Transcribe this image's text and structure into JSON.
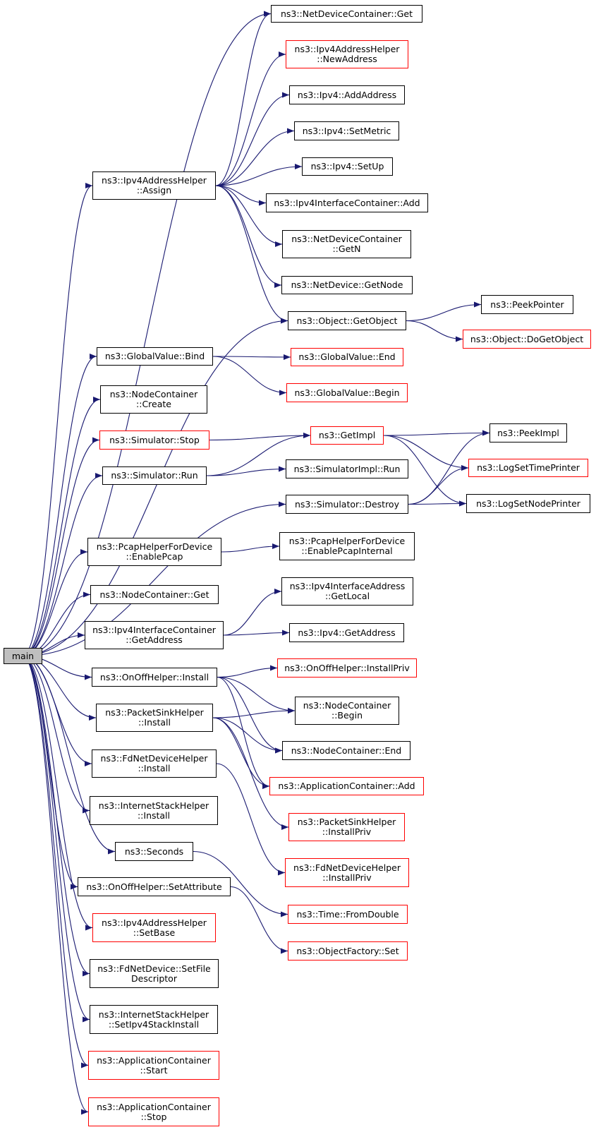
{
  "colors": {
    "edge": "#191970",
    "border_default": "#000000",
    "border_external": "#ff0000",
    "root_fill": "#bfbfbf"
  },
  "nodes": {
    "main": "main",
    "ndc_get": "ns3::NetDeviceContainer::Get",
    "ipv4ah_newaddress": "ns3::Ipv4AddressHelper\n::NewAddress",
    "ipv4_addaddress": "ns3::Ipv4::AddAddress",
    "ipv4_setmetric": "ns3::Ipv4::SetMetric",
    "ipv4_setup": "ns3::Ipv4::SetUp",
    "ipv4ah_assign": "ns3::Ipv4AddressHelper\n::Assign",
    "ipv4ic_add": "ns3::Ipv4InterfaceContainer::Add",
    "ndc_getn": "ns3::NetDeviceContainer\n::GetN",
    "netdevice_getnode": "ns3::NetDevice::GetNode",
    "object_getobject": "ns3::Object::GetObject",
    "peekpointer": "ns3::PeekPointer",
    "object_dogetobject": "ns3::Object::DoGetObject",
    "gv_bind": "ns3::GlobalValue::Bind",
    "gv_end": "ns3::GlobalValue::End",
    "gv_begin": "ns3::GlobalValue::Begin",
    "nc_create": "ns3::NodeContainer\n::Create",
    "sim_stop": "ns3::Simulator::Stop",
    "getimpl": "ns3::GetImpl",
    "peekimpl": "ns3::PeekImpl",
    "logsettimeprinter": "ns3::LogSetTimePrinter",
    "sim_run": "ns3::Simulator::Run",
    "simimpl_run": "ns3::SimulatorImpl::Run",
    "sim_destroy": "ns3::Simulator::Destroy",
    "logsetnodeprinter": "ns3::LogSetNodePrinter",
    "phfd_enablepcap": "ns3::PcapHelperForDevice\n::EnablePcap",
    "phfd_enablepcapinternal": "ns3::PcapHelperForDevice\n::EnablePcapInternal",
    "nc_get": "ns3::NodeContainer::Get",
    "ipv4ia_getlocal": "ns3::Ipv4InterfaceAddress\n::GetLocal",
    "ipv4ic_getaddress": "ns3::Ipv4InterfaceContainer\n::GetAddress",
    "ipv4_getaddress": "ns3::Ipv4::GetAddress",
    "onoff_install": "ns3::OnOffHelper::Install",
    "onoff_installpriv": "ns3::OnOffHelper::InstallPriv",
    "psh_install": "ns3::PacketSinkHelper\n::Install",
    "nc_begin": "ns3::NodeContainer\n::Begin",
    "nc_end": "ns3::NodeContainer::End",
    "appc_add": "ns3::ApplicationContainer::Add",
    "fdndh_install": "ns3::FdNetDeviceHelper\n::Install",
    "psh_installpriv": "ns3::PacketSinkHelper\n::InstallPriv",
    "ish_install": "ns3::InternetStackHelper\n::Install",
    "fdndh_installpriv": "ns3::FdNetDeviceHelper\n::InstallPriv",
    "seconds": "ns3::Seconds",
    "onoff_setattribute": "ns3::OnOffHelper::SetAttribute",
    "time_fromdouble": "ns3::Time::FromDouble",
    "ipv4ah_setbase": "ns3::Ipv4AddressHelper\n::SetBase",
    "objfactory_set": "ns3::ObjectFactory::Set",
    "fdnd_setfiledescriptor": "ns3::FdNetDevice::SetFile\nDescriptor",
    "ish_setipv4stackinstall": "ns3::InternetStackHelper\n::SetIpv4StackInstall",
    "appc_start": "ns3::ApplicationContainer\n::Start",
    "appc_stop": "ns3::ApplicationContainer\n::Stop"
  },
  "edges": [
    [
      "main",
      "ndc_get"
    ],
    [
      "main",
      "ipv4ah_assign"
    ],
    [
      "main",
      "object_getobject"
    ],
    [
      "main",
      "gv_bind"
    ],
    [
      "main",
      "nc_create"
    ],
    [
      "main",
      "sim_stop"
    ],
    [
      "main",
      "sim_run"
    ],
    [
      "main",
      "sim_destroy"
    ],
    [
      "main",
      "phfd_enablepcap"
    ],
    [
      "main",
      "nc_get"
    ],
    [
      "main",
      "ipv4ic_getaddress"
    ],
    [
      "main",
      "onoff_install"
    ],
    [
      "main",
      "psh_install"
    ],
    [
      "main",
      "fdndh_install"
    ],
    [
      "main",
      "ish_install"
    ],
    [
      "main",
      "seconds"
    ],
    [
      "main",
      "onoff_setattribute"
    ],
    [
      "main",
      "ipv4ah_setbase"
    ],
    [
      "main",
      "fdnd_setfiledescriptor"
    ],
    [
      "main",
      "ish_setipv4stackinstall"
    ],
    [
      "main",
      "appc_start"
    ],
    [
      "main",
      "appc_stop"
    ],
    [
      "ipv4ah_assign",
      "ndc_get"
    ],
    [
      "ipv4ah_assign",
      "ipv4ah_newaddress"
    ],
    [
      "ipv4ah_assign",
      "ipv4_addaddress"
    ],
    [
      "ipv4ah_assign",
      "ipv4_setmetric"
    ],
    [
      "ipv4ah_assign",
      "ipv4_setup"
    ],
    [
      "ipv4ah_assign",
      "ipv4ic_add"
    ],
    [
      "ipv4ah_assign",
      "ndc_getn"
    ],
    [
      "ipv4ah_assign",
      "netdevice_getnode"
    ],
    [
      "ipv4ah_assign",
      "object_getobject"
    ],
    [
      "object_getobject",
      "peekpointer"
    ],
    [
      "object_getobject",
      "object_dogetobject"
    ],
    [
      "gv_bind",
      "gv_end"
    ],
    [
      "gv_bind",
      "gv_begin"
    ],
    [
      "sim_stop",
      "getimpl"
    ],
    [
      "sim_run",
      "getimpl"
    ],
    [
      "sim_run",
      "simimpl_run"
    ],
    [
      "getimpl",
      "peekimpl"
    ],
    [
      "getimpl",
      "logsettimeprinter"
    ],
    [
      "getimpl",
      "logsetnodeprinter"
    ],
    [
      "sim_destroy",
      "peekimpl"
    ],
    [
      "sim_destroy",
      "logsettimeprinter"
    ],
    [
      "sim_destroy",
      "logsetnodeprinter"
    ],
    [
      "phfd_enablepcap",
      "phfd_enablepcapinternal"
    ],
    [
      "ipv4ic_getaddress",
      "ipv4ia_getlocal"
    ],
    [
      "ipv4ic_getaddress",
      "ipv4_getaddress"
    ],
    [
      "onoff_install",
      "onoff_installpriv"
    ],
    [
      "onoff_install",
      "nc_begin"
    ],
    [
      "onoff_install",
      "nc_end"
    ],
    [
      "onoff_install",
      "appc_add"
    ],
    [
      "psh_install",
      "nc_begin"
    ],
    [
      "psh_install",
      "nc_end"
    ],
    [
      "psh_install",
      "appc_add"
    ],
    [
      "psh_install",
      "psh_installpriv"
    ],
    [
      "fdndh_install",
      "fdndh_installpriv"
    ],
    [
      "seconds",
      "time_fromdouble"
    ],
    [
      "onoff_setattribute",
      "objfactory_set"
    ]
  ]
}
